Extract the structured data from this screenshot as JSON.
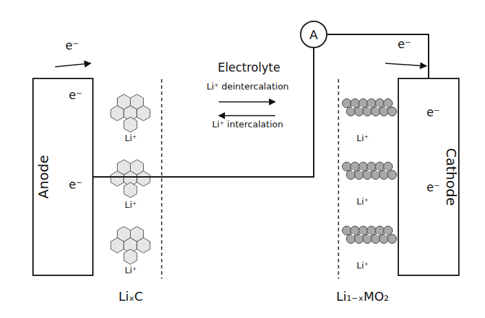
{
  "diagram": {
    "nodes": [
      {
        "text": [
          "Anode"
        ]
      },
      {
        "text": [
          "A"
        ]
      },
      {
        "text": [
          "Cathode"
        ]
      }
    ],
    "edges": [
      {
        "from": 0,
        "to": 1,
        "arrow": "none"
      },
      {
        "from": 1,
        "to": 2,
        "arrow": "none"
      }
    ],
    "labels": [
      "e⁻",
      "e⁻",
      "e⁻",
      "e⁻",
      "e⁻",
      "e⁻",
      "Electrolyte",
      "Li⁺ deintercalation",
      "Li⁺ intercalation",
      "Li⁺",
      "Li⁺",
      "Li⁺",
      "Li⁺",
      "Li⁺",
      "Li⁺",
      "LiₓC",
      "Li₁₋ₓMO₂"
    ]
  }
}
